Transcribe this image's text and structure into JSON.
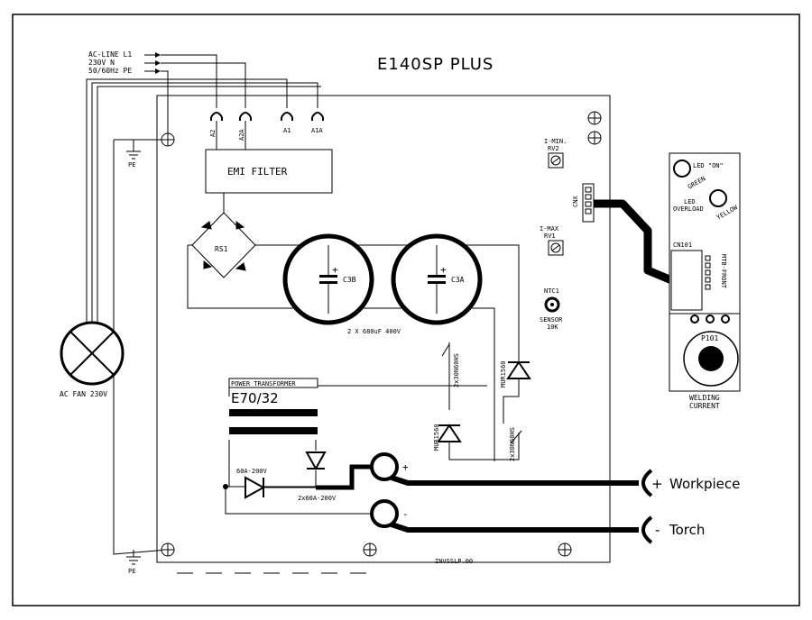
{
  "title": "E140SP PLUS",
  "mains": {
    "l1": "AC-LINE L1",
    "n": "230V    N",
    "pe": "50/60Hz PE"
  },
  "terminals": {
    "a2": "A2",
    "a2a": "A2A",
    "a1": "A1",
    "a1a": "A1A"
  },
  "ground": {
    "top": "PE",
    "bottom": "PE"
  },
  "emi_filter": "EMI FILTER",
  "bridge": "RS1",
  "caps": {
    "c3b": "C3B",
    "c3a": "C3A",
    "plus": "+",
    "spec": "2 X 680uF 400V"
  },
  "fan": "AC FAN 230V",
  "trimmers": {
    "rv2_line1": "I-MIN.",
    "rv2_line2": "RV2",
    "rv1_line1": "I-MAX",
    "rv1_line2": "RV1"
  },
  "connector_cnx": "CNX",
  "ntc": {
    "name": "NTC1",
    "line1": "SENSOR",
    "line2": "10K"
  },
  "semis": {
    "mur_right": "MUR1560",
    "igbt_top": "2x30N60HS",
    "mur_left": "MUR1560",
    "igbt_bottom": "2x30N60HS"
  },
  "transformer": {
    "label": "POWER TRANSFORMER",
    "model": "E70/32"
  },
  "diodes": {
    "left": "60A-200V",
    "right": "2x60A-200V"
  },
  "outputs": {
    "plus": "+",
    "minus": "-",
    "workpiece": "Workpiece",
    "torch": "Torch"
  },
  "board_code": "INVSSLP.00",
  "front_board": {
    "led_on": "LED \"ON\"",
    "led_on_color": "GREEN",
    "led_overload_1": "LED",
    "led_overload_2": "OVERLOAD",
    "led_overload_color": "YELLOW",
    "connector": "CN101",
    "name": "MTB-FRONT",
    "pot": "P101",
    "caption_1": "WELDING",
    "caption_2": "CURRENT"
  }
}
